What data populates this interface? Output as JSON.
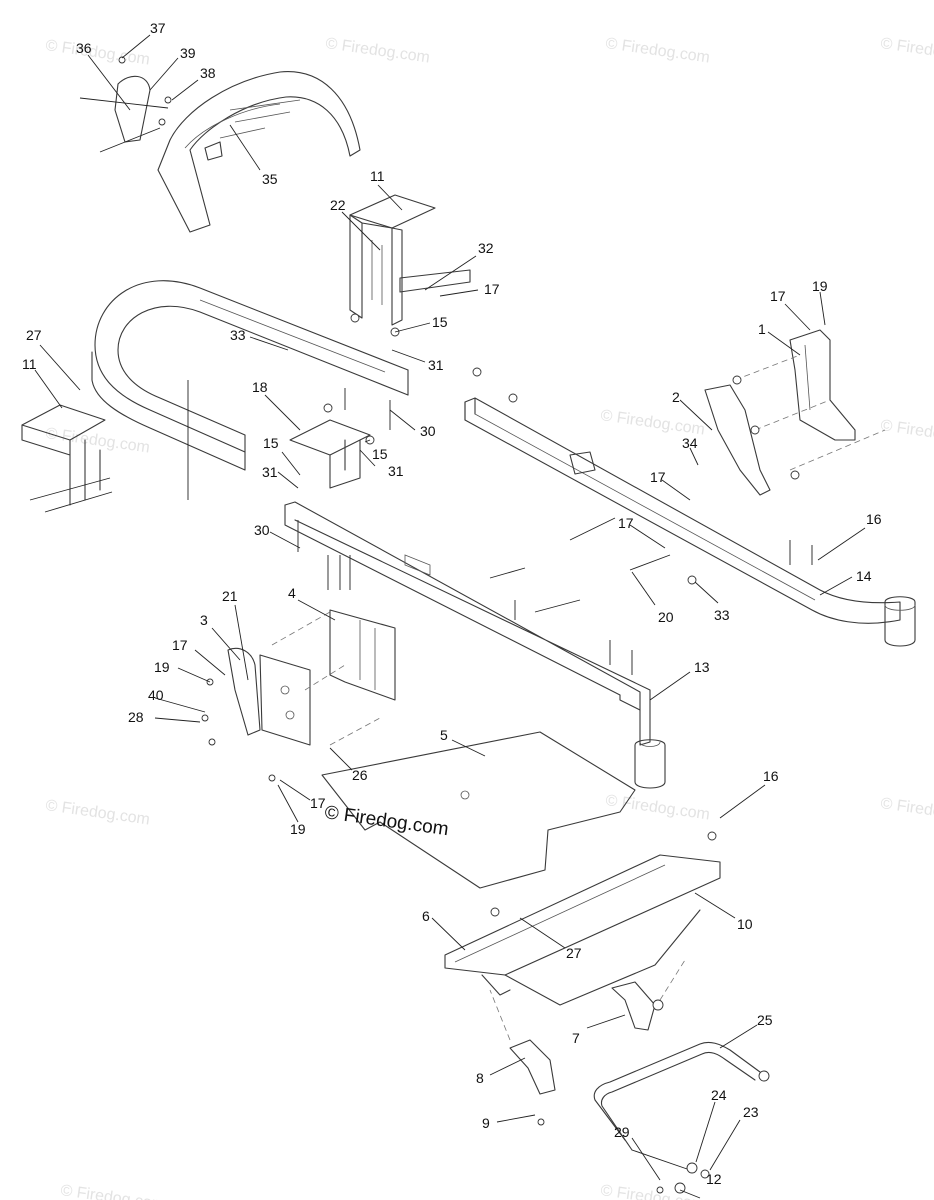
{
  "diagram": {
    "watermark_text": "© Firedog.com",
    "watermark_main": "© Firedog.com",
    "callouts": {
      "c37": "37",
      "c36": "36",
      "c39": "39",
      "c38": "38",
      "c35": "35",
      "c11a": "11",
      "c22": "22",
      "c32": "32",
      "c17a": "17",
      "c15a": "15",
      "c33a": "33",
      "c31a": "31",
      "c27a": "27",
      "c11b": "11",
      "c18": "18",
      "c30a": "30",
      "c15b": "15",
      "c15c": "15",
      "c31b": "31",
      "c31c": "31",
      "c17b": "17",
      "c19a": "19",
      "c1": "1",
      "c2": "2",
      "c34": "34",
      "c17c": "17",
      "c17d": "17",
      "c16a": "16",
      "c14": "14",
      "c20": "20",
      "c33b": "33",
      "c30b": "30",
      "c4": "4",
      "c21": "21",
      "c3": "3",
      "c17e": "17",
      "c19b": "19",
      "c40": "40",
      "c28": "28",
      "c13": "13",
      "c5": "5",
      "c26": "26",
      "c17f": "17",
      "c19c": "19",
      "c16b": "16",
      "c10": "10",
      "c6": "6",
      "c27b": "27",
      "c25": "25",
      "c7": "7",
      "c8": "8",
      "c9": "9",
      "c24": "24",
      "c23": "23",
      "c29": "29",
      "c12": "12"
    }
  }
}
